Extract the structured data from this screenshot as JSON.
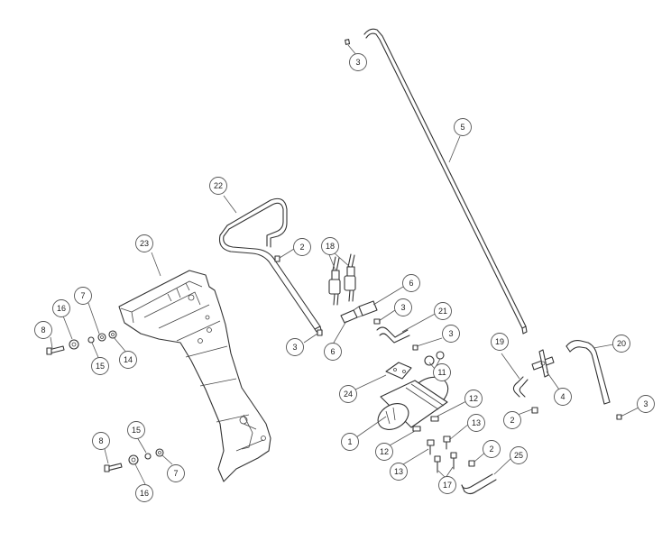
{
  "callouts": [
    {
      "id": "c-3a",
      "label": "3"
    },
    {
      "id": "c-5",
      "label": "5"
    },
    {
      "id": "c-22",
      "label": "22"
    },
    {
      "id": "c-2a",
      "label": "2"
    },
    {
      "id": "c-23",
      "label": "23"
    },
    {
      "id": "c-18",
      "label": "18"
    },
    {
      "id": "c-6a",
      "label": "6"
    },
    {
      "id": "c-7a",
      "label": "7"
    },
    {
      "id": "c-16a",
      "label": "16"
    },
    {
      "id": "c-8a",
      "label": "8"
    },
    {
      "id": "c-15a",
      "label": "15"
    },
    {
      "id": "c-14",
      "label": "14"
    },
    {
      "id": "c-3b",
      "label": "3"
    },
    {
      "id": "c-6b",
      "label": "6"
    },
    {
      "id": "c-3c",
      "label": "3"
    },
    {
      "id": "c-21",
      "label": "21"
    },
    {
      "id": "c-3d",
      "label": "3"
    },
    {
      "id": "c-11",
      "label": "11"
    },
    {
      "id": "c-19",
      "label": "19"
    },
    {
      "id": "c-20",
      "label": "20"
    },
    {
      "id": "c-4",
      "label": "4"
    },
    {
      "id": "c-24",
      "label": "24"
    },
    {
      "id": "c-12a",
      "label": "12"
    },
    {
      "id": "c-1",
      "label": "1"
    },
    {
      "id": "c-13a",
      "label": "13"
    },
    {
      "id": "c-12b",
      "label": "12"
    },
    {
      "id": "c-2b",
      "label": "2"
    },
    {
      "id": "c-3e",
      "label": "3"
    },
    {
      "id": "c-8b",
      "label": "8"
    },
    {
      "id": "c-15b",
      "label": "15"
    },
    {
      "id": "c-7b",
      "label": "7"
    },
    {
      "id": "c-16b",
      "label": "16"
    },
    {
      "id": "c-13b",
      "label": "13"
    },
    {
      "id": "c-2c",
      "label": "2"
    },
    {
      "id": "c-25",
      "label": "25"
    },
    {
      "id": "c-17",
      "label": "17"
    }
  ]
}
